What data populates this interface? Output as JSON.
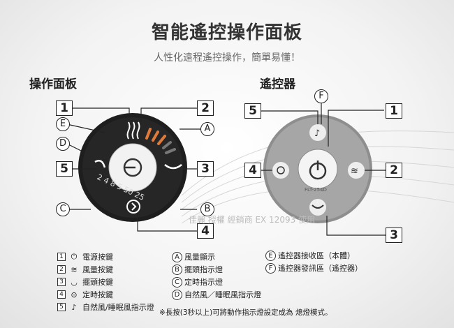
{
  "header": {
    "title": "智能遙控操作面板",
    "subtitle": "人性化遠程遙控操作，簡單易懂！"
  },
  "sections": {
    "panel": "操作面板",
    "remote": "遙控器"
  },
  "markers": {
    "n1": "1",
    "n2": "2",
    "n3": "3",
    "n4": "4",
    "n5": "5",
    "A": "A",
    "B": "B",
    "C": "C",
    "D": "D",
    "E": "E",
    "F": "F"
  },
  "remote_model": "FLT-254D",
  "panel_dial_text": "2 4 8   5 50 25",
  "watermark": "佳麗 授權 經銷商 EX 12093 使用",
  "legend_numbered": [
    {
      "num": "1",
      "icon": "power-icon",
      "glyph": "⏻",
      "label": "電源按鍵"
    },
    {
      "num": "2",
      "icon": "wave-icon",
      "glyph": "≋",
      "label": "風量按鍵"
    },
    {
      "num": "3",
      "icon": "swing-icon",
      "glyph": "◡",
      "label": "擺頭按鍵"
    },
    {
      "num": "4",
      "icon": "timer-icon",
      "glyph": "⊙",
      "label": "定時按鍵"
    },
    {
      "num": "5",
      "icon": "natural-wind-icon",
      "glyph": "♪",
      "label": "自然風/睡眠風指示燈"
    }
  ],
  "legend_lettered": [
    {
      "letter": "A",
      "label": "風量顯示"
    },
    {
      "letter": "B",
      "label": "擺頭指示燈"
    },
    {
      "letter": "C",
      "label": "定時指示燈"
    },
    {
      "letter": "D",
      "label": "自然風／睡眠風指示燈"
    },
    {
      "letter": "E",
      "label": "遙控器接收區（本體）"
    },
    {
      "letter": "F",
      "label": "遙控器發訊區（遙控器）"
    }
  ],
  "note": "※長按(3秒以上)可將動作指示燈設定成為 熄燈模式。"
}
